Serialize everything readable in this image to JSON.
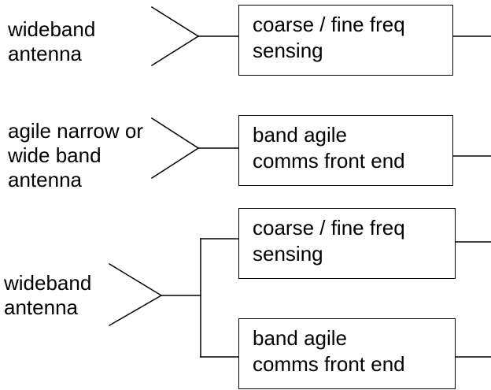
{
  "antenna_labels": {
    "a": [
      "wideband",
      "antenna"
    ],
    "b": [
      "agile narrow or",
      "wide band",
      "antenna"
    ],
    "c": [
      "wideband",
      "antenna"
    ]
  },
  "boxes": {
    "sense_1": [
      "coarse / fine freq",
      "sensing"
    ],
    "comms_1": [
      "band agile",
      "comms front end"
    ],
    "sense_2": [
      "coarse / fine freq",
      "sensing"
    ],
    "comms_2": [
      "band agile",
      "comms front end"
    ]
  }
}
